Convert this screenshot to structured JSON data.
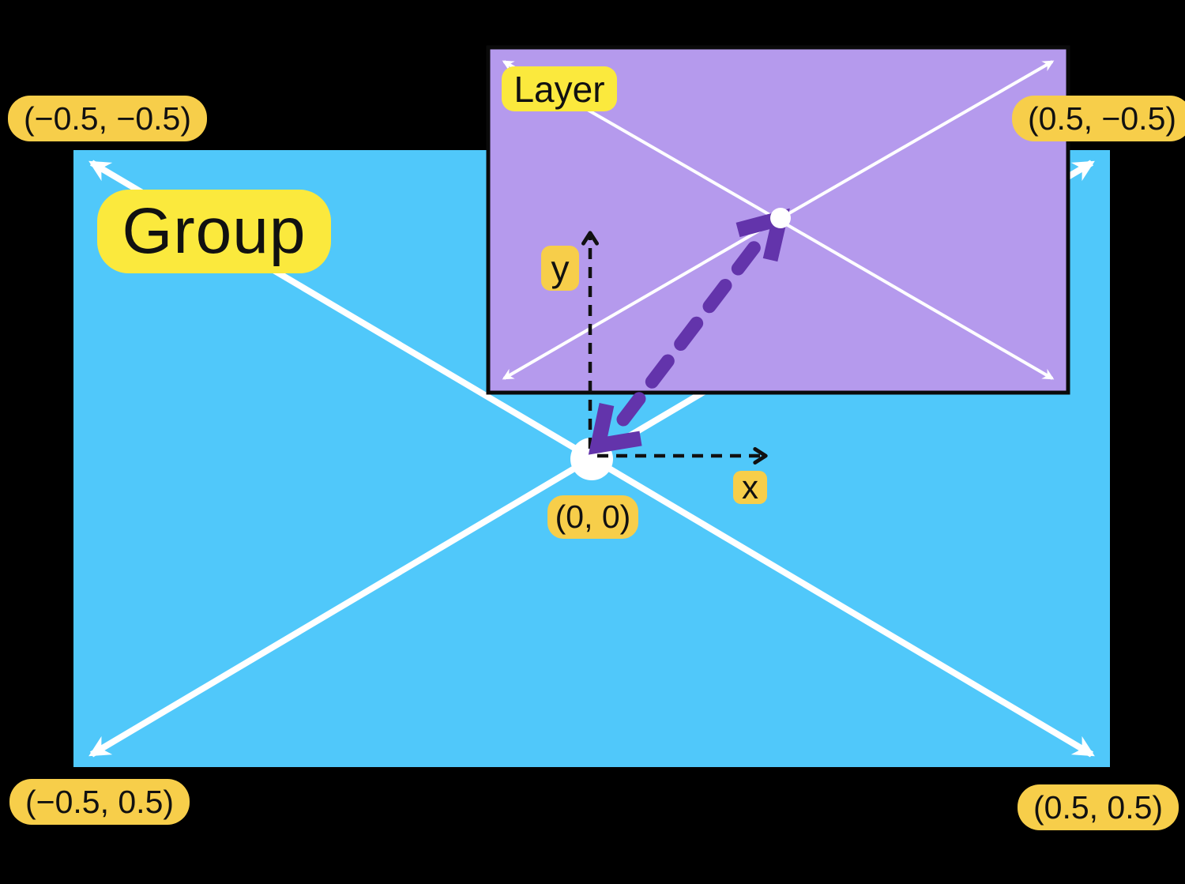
{
  "labels": {
    "group": "Group",
    "layer": "Layer"
  },
  "axes": {
    "x_label": "x",
    "y_label": "y",
    "origin_label": "(0, 0)"
  },
  "corners": {
    "top_left": "(−0.5, −0.5)",
    "top_right": "(0.5, −0.5)",
    "bottom_left": "(−0.5, 0.5)",
    "bottom_right": "(0.5, 0.5)"
  },
  "colors": {
    "background": "#000000",
    "group-fill": "#50C8FA",
    "layer-fill": "#B59AED",
    "layer-border": "#0A0A0A",
    "badge-bright": "#FBE93D",
    "badge-gold": "#F7CE4A",
    "arrow-purple": "#6334AB",
    "line-white": "#FFFFFF",
    "ink": "#111111"
  }
}
